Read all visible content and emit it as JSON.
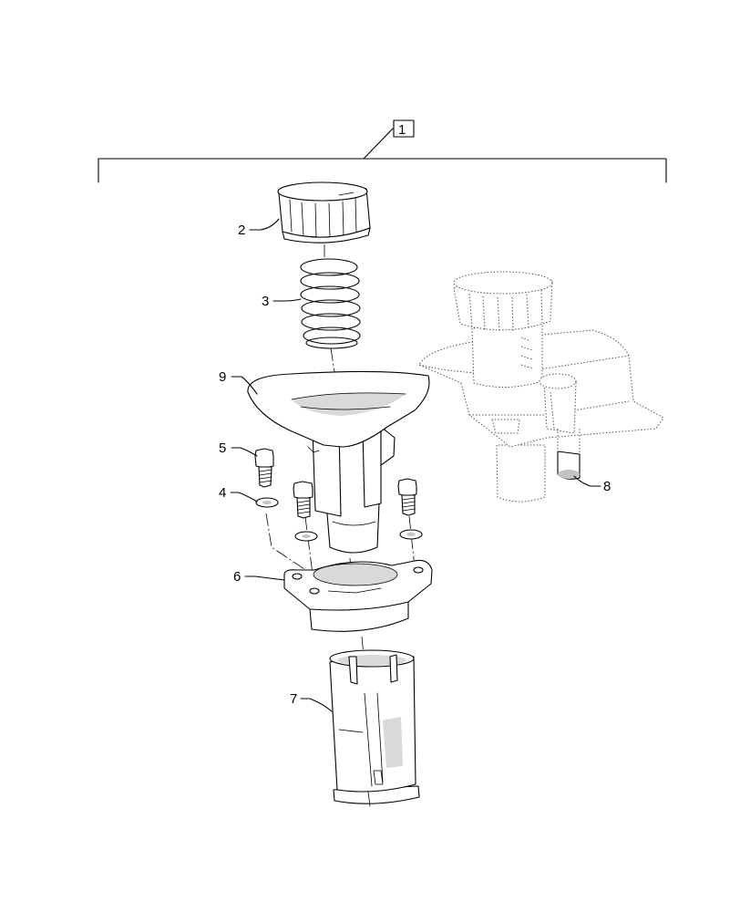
{
  "diagram": {
    "assembly_label": "1",
    "callouts": [
      {
        "id": "2",
        "text": "2"
      },
      {
        "id": "3",
        "text": "3"
      },
      {
        "id": "9",
        "text": "9"
      },
      {
        "id": "5",
        "text": "5"
      },
      {
        "id": "4",
        "text": "4"
      },
      {
        "id": "6",
        "text": "6"
      },
      {
        "id": "7",
        "text": "7"
      },
      {
        "id": "8",
        "text": "8"
      }
    ]
  }
}
